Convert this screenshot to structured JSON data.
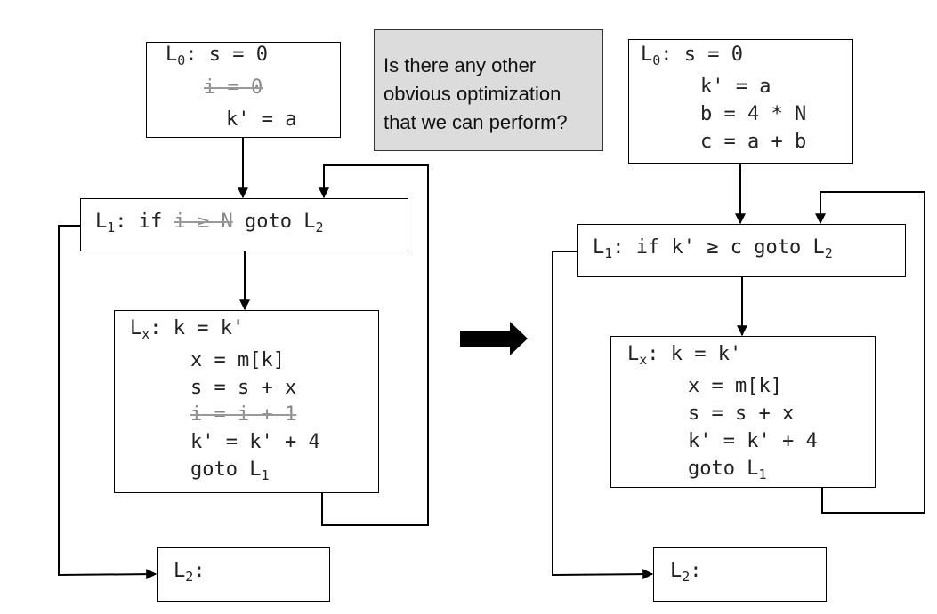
{
  "note_text": "Is there any other obvious optimization that we can perform?",
  "left": {
    "l0": {
      "label": "L",
      "sub": "0",
      "rest": ": s = 0",
      "struck_line": "i = 0",
      "line_k": "k' = a"
    },
    "l1": {
      "label": "L",
      "sub": "1",
      "pre": ": if ",
      "struck": "i ≥ N",
      "post": " goto L",
      "post_sub": "2"
    },
    "lx": {
      "label": "L",
      "sub": "x",
      "rest": ": k = k'",
      "line1": "x = m[k]",
      "line2": "s = s + x",
      "struck_line": "i = i + 1",
      "line4": "k' = k' + 4",
      "goto": "goto L",
      "goto_sub": "1"
    },
    "l2": {
      "label": "L",
      "sub": "2",
      "rest": ":"
    }
  },
  "right": {
    "l0": {
      "label": "L",
      "sub": "0",
      "rest": ": s = 0",
      "line1": "k' = a",
      "line2": "b = 4 * N",
      "line3": "c = a + b"
    },
    "l1": {
      "label": "L",
      "sub": "1",
      "rest": ": if k' ≥ c goto L",
      "rest_sub": "2"
    },
    "lx": {
      "label": "L",
      "sub": "x",
      "rest": ": k = k'",
      "line1": "x = m[k]",
      "line2": "s = s + x",
      "line3": "k' = k' + 4",
      "goto": "goto L",
      "goto_sub": "1"
    },
    "l2": {
      "label": "L",
      "sub": "2",
      "rest": ":"
    }
  }
}
